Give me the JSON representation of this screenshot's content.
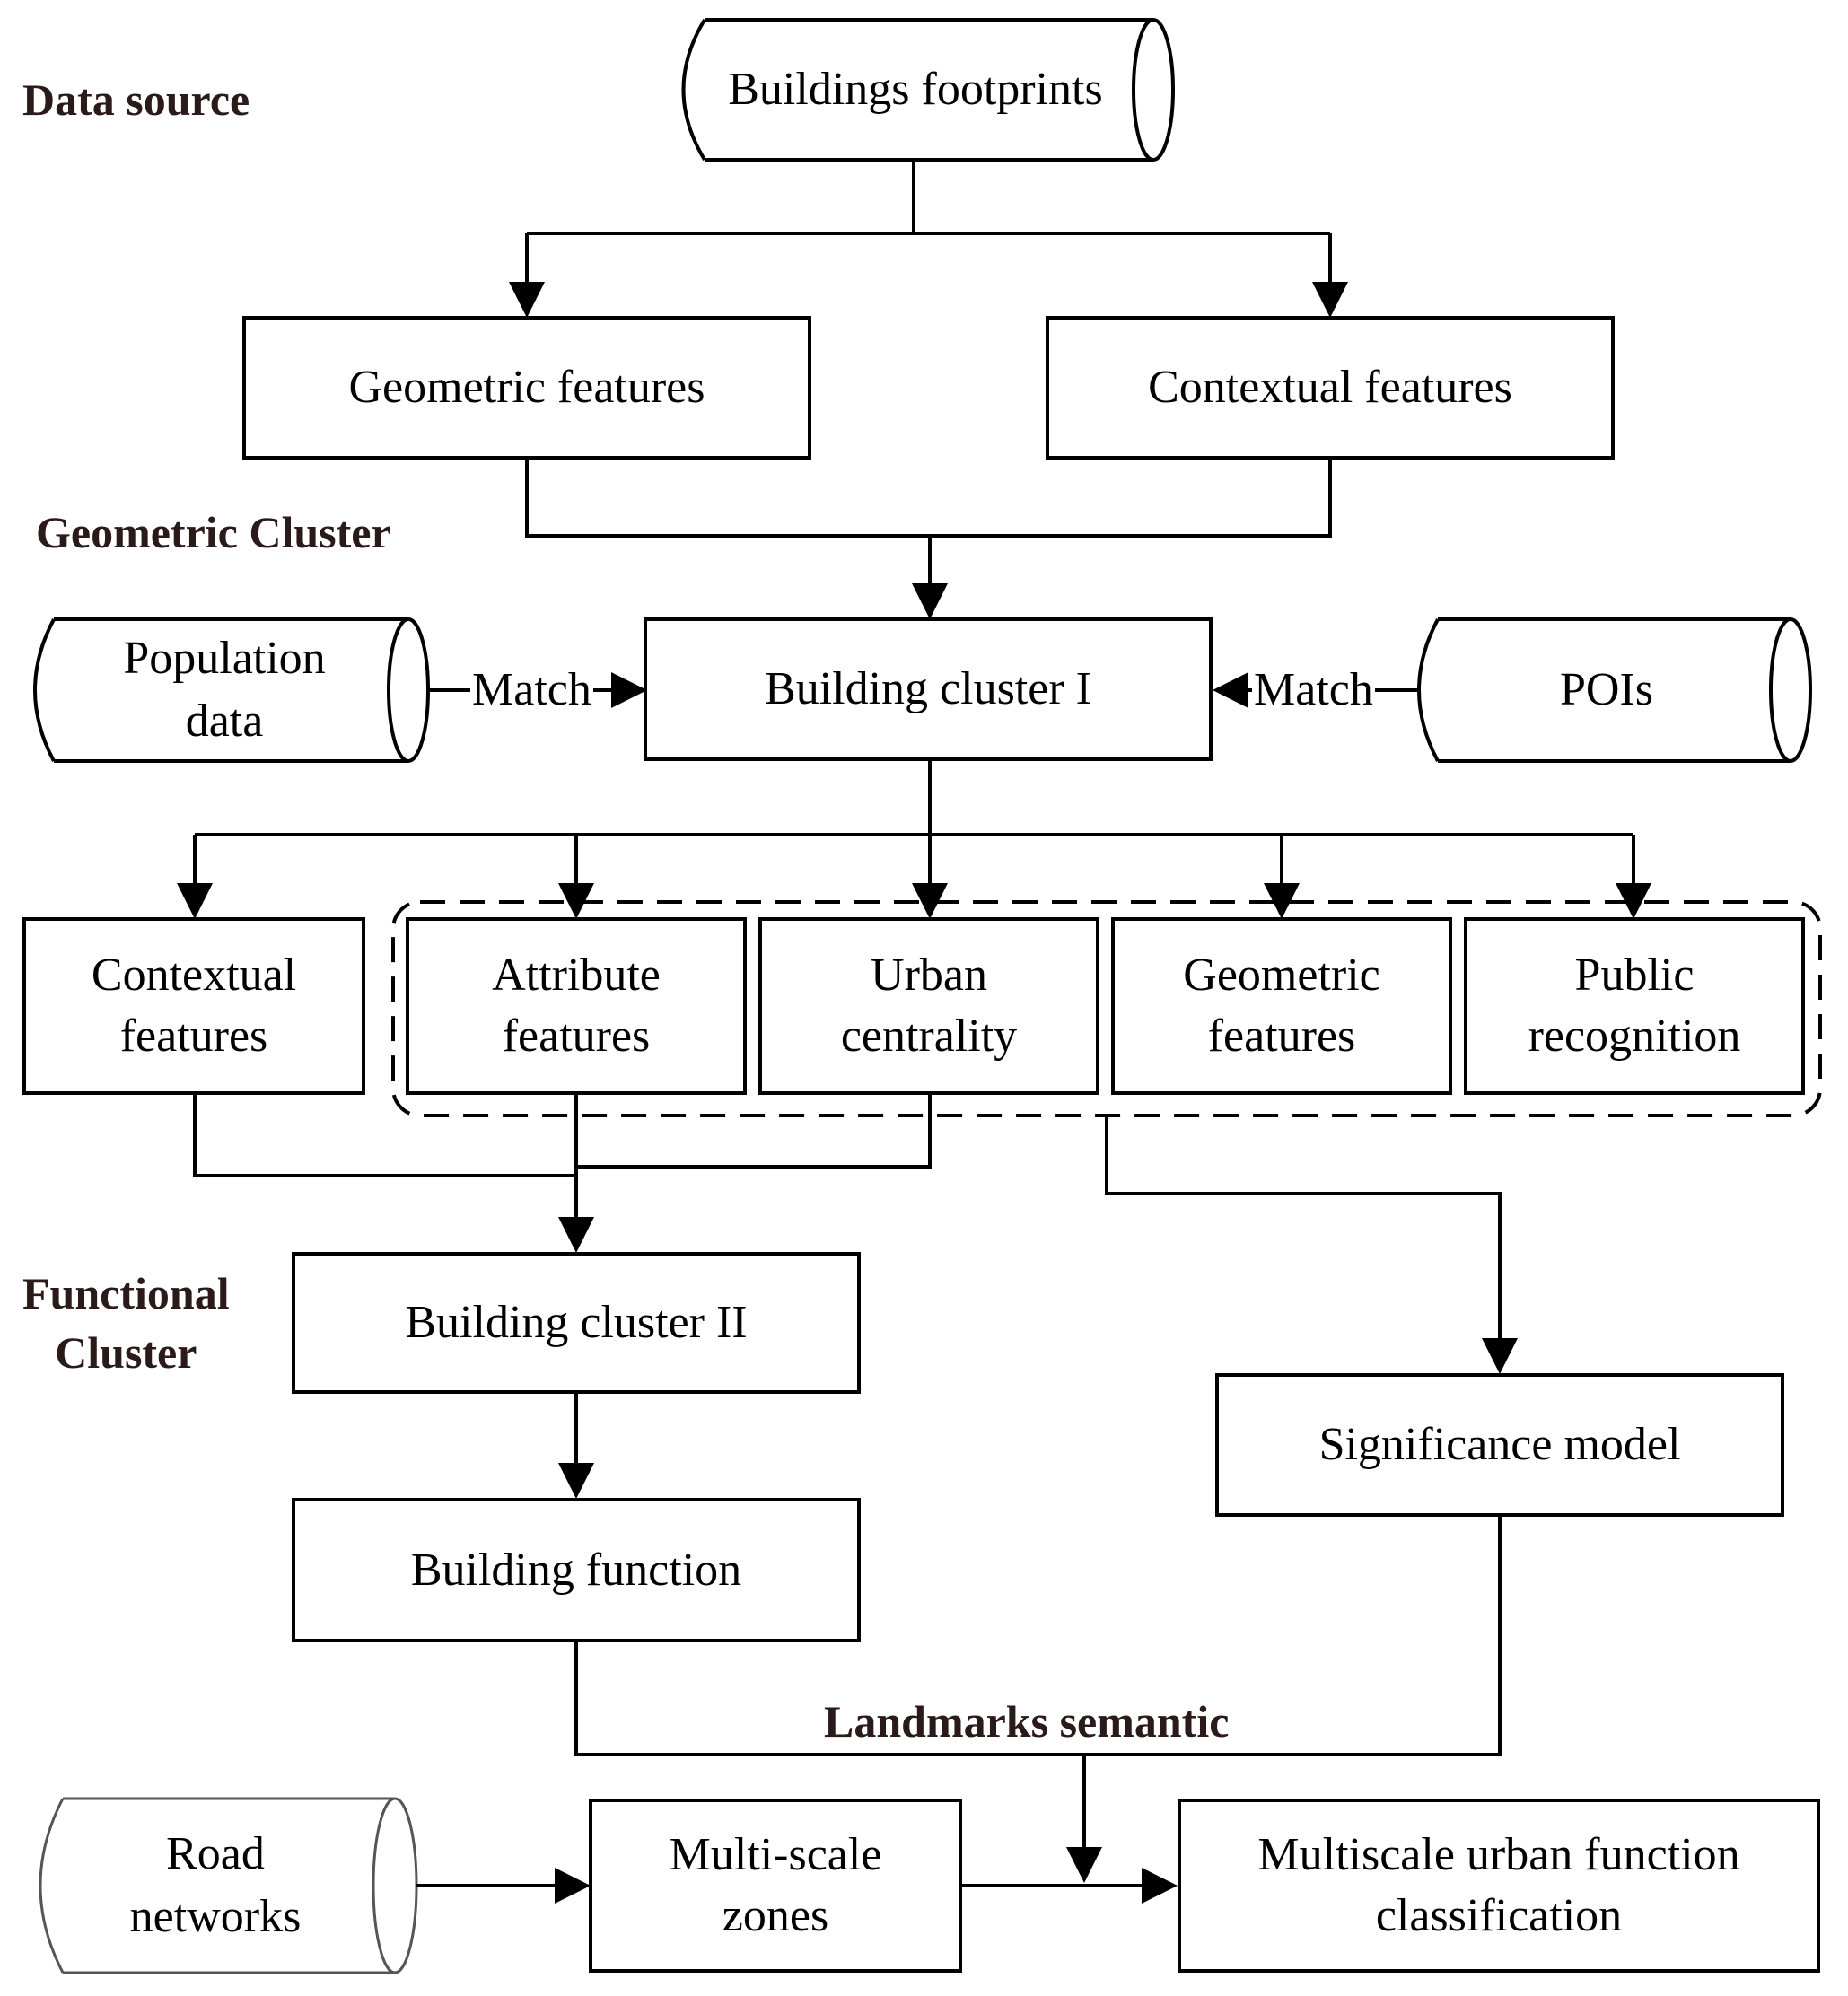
{
  "sections": {
    "data_source": "Data source",
    "geometric_cluster": "Geometric Cluster",
    "functional_cluster": "Functional\nCluster",
    "landmarks_semantic": "Landmarks semantic"
  },
  "data_stores": {
    "buildings_footprints": "Buildings footprints",
    "population_data": "Population\ndata",
    "pois": "POIs",
    "road_networks": "Road\nnetworks"
  },
  "process_boxes": {
    "geometric_features_top": "Geometric features",
    "contextual_features_top": "Contextual features",
    "building_cluster_1": "Building cluster I",
    "contextual_features": "Contextual\nfeatures",
    "attribute_features": "Attribute\nfeatures",
    "urban_centrality": "Urban\ncentrality",
    "geometric_features": "Geometric\nfeatures",
    "public_recognition": "Public\nrecognition",
    "building_cluster_2": "Building cluster II",
    "significance_model": "Significance model",
    "building_function": "Building function",
    "multi_scale_zones": "Multi-scale\nzones",
    "multiscale_classification": "Multiscale urban function\nclassification"
  },
  "edge_labels": {
    "match_left": "Match",
    "match_right": "Match"
  }
}
